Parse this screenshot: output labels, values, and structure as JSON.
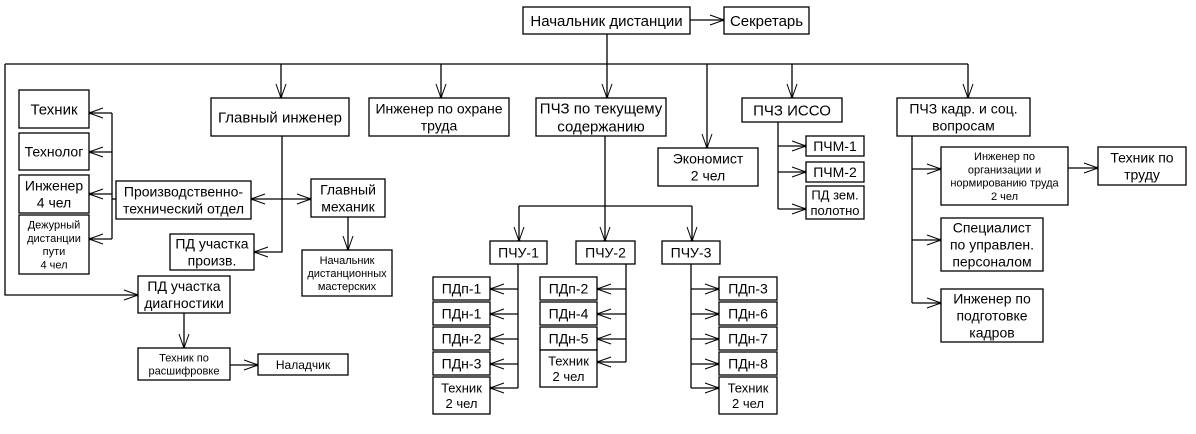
{
  "title": "Организационная структура дистанции пути",
  "nodes": {
    "head": [
      "Начальник дистанции"
    ],
    "secretary": [
      "Секретарь"
    ],
    "chief_engineer": [
      "Главный инженер"
    ],
    "safety_engineer": [
      "Инженер по охране",
      "труда"
    ],
    "pchz_current": [
      "ПЧЗ по текущему",
      "содержанию"
    ],
    "economist": [
      "Экономист",
      "2 чел"
    ],
    "pchz_isso": [
      "ПЧЗ ИССО"
    ],
    "pchm1": [
      "ПЧМ-1"
    ],
    "pchm2": [
      "ПЧМ-2"
    ],
    "pd_zem": [
      "ПД зем.",
      "полотно"
    ],
    "pchz_hr": [
      "ПЧЗ кадр. и соц.",
      "вопросам"
    ],
    "eng_org": [
      "Инженер по",
      "организации и",
      "нормированию труда",
      "2 чел"
    ],
    "tech_labor": [
      "Техник по",
      "труду"
    ],
    "spec_personnel": [
      "Специалист",
      "по управлен.",
      "персоналом"
    ],
    "eng_training": [
      "Инженер по",
      "подготовке",
      "кадров"
    ],
    "technician": [
      "Техник"
    ],
    "technologist": [
      "Технолог"
    ],
    "engineer4": [
      "Инженер",
      "4 чел"
    ],
    "duty": [
      "Дежурный",
      "дистанции",
      "пути",
      "4 чел"
    ],
    "pto": [
      "Производственно-",
      "технический отдел"
    ],
    "chief_mechanic": [
      "Главный",
      "механик"
    ],
    "pd_prod": [
      "ПД участка",
      "произв."
    ],
    "workshops_head": [
      "Начальник",
      "дистанционных",
      "мастерских"
    ],
    "pd_diag": [
      "ПД участка",
      "диагностики"
    ],
    "tech_decode": [
      "Техник по",
      "расшифровке"
    ],
    "adjuster": [
      "Наладчик"
    ],
    "pchu1": [
      "ПЧУ-1"
    ],
    "pchu2": [
      "ПЧУ-2"
    ],
    "pchu3": [
      "ПЧУ-3"
    ],
    "pdp1": [
      "ПДп-1"
    ],
    "pdn1": [
      "ПДн-1"
    ],
    "pdn2": [
      "ПДн-2"
    ],
    "pdn3": [
      "ПДн-3"
    ],
    "tech_u1": [
      "Техник",
      "2 чел"
    ],
    "pdp2": [
      "ПДп-2"
    ],
    "pdn4": [
      "ПДн-4"
    ],
    "pdn5": [
      "ПДн-5"
    ],
    "tech_u2": [
      "Техник",
      "2 чел"
    ],
    "pdp3": [
      "ПДп-3"
    ],
    "pdn6": [
      "ПДн-6"
    ],
    "pdn7": [
      "ПДн-7"
    ],
    "pdn8": [
      "ПДн-8"
    ],
    "tech_u3": [
      "Техник",
      "2 чел"
    ]
  },
  "edges": [
    [
      "head",
      "secretary"
    ],
    [
      "head",
      "chief_engineer"
    ],
    [
      "head",
      "safety_engineer"
    ],
    [
      "head",
      "pchz_current"
    ],
    [
      "head",
      "economist"
    ],
    [
      "head",
      "pchz_isso"
    ],
    [
      "head",
      "pchz_hr"
    ],
    [
      "head",
      "pd_diag"
    ],
    [
      "chief_engineer",
      "pto"
    ],
    [
      "chief_engineer",
      "chief_mechanic"
    ],
    [
      "chief_engineer",
      "pd_prod"
    ],
    [
      "chief_mechanic",
      "workshops_head"
    ],
    [
      "pto",
      "technician"
    ],
    [
      "pto",
      "technologist"
    ],
    [
      "pto",
      "engineer4"
    ],
    [
      "pto",
      "duty"
    ],
    [
      "pd_diag",
      "tech_decode"
    ],
    [
      "tech_decode",
      "adjuster"
    ],
    [
      "pchz_isso",
      "pchm1"
    ],
    [
      "pchz_isso",
      "pchm2"
    ],
    [
      "pchz_isso",
      "pd_zem"
    ],
    [
      "pchz_hr",
      "eng_org"
    ],
    [
      "pchz_hr",
      "spec_personnel"
    ],
    [
      "pchz_hr",
      "eng_training"
    ],
    [
      "eng_org",
      "tech_labor"
    ],
    [
      "pchz_current",
      "pchu1"
    ],
    [
      "pchz_current",
      "pchu2"
    ],
    [
      "pchz_current",
      "pchu3"
    ],
    [
      "pchu1",
      "pdp1"
    ],
    [
      "pchu1",
      "pdn1"
    ],
    [
      "pchu1",
      "pdn2"
    ],
    [
      "pchu1",
      "pdn3"
    ],
    [
      "pchu1",
      "tech_u1"
    ],
    [
      "pchu2",
      "pdp2"
    ],
    [
      "pchu2",
      "pdn4"
    ],
    [
      "pchu2",
      "pdn5"
    ],
    [
      "pchu2",
      "tech_u2"
    ],
    [
      "pchu3",
      "pdp3"
    ],
    [
      "pchu3",
      "pdn6"
    ],
    [
      "pchu3",
      "pdn7"
    ],
    [
      "pchu3",
      "pdn8"
    ],
    [
      "pchu3",
      "tech_u3"
    ]
  ]
}
